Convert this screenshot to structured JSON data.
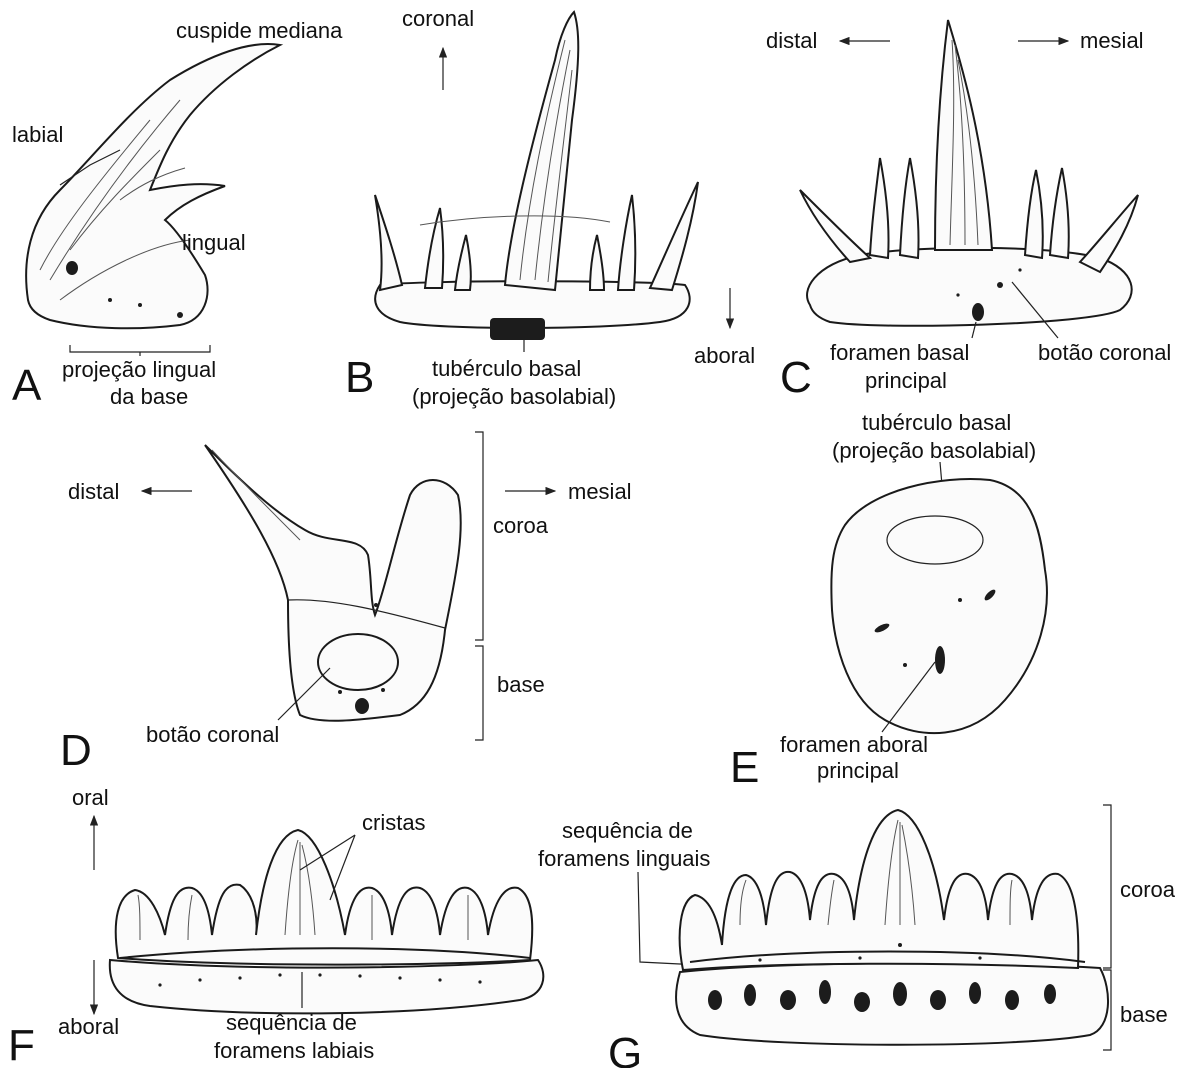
{
  "panels": {
    "A": {
      "letter": "A",
      "cuspide_mediana": "cuspide mediana",
      "labial": "labial",
      "lingual": "lingual",
      "projecao_l1": "projeção lingual",
      "projecao_l2": "da base"
    },
    "B": {
      "letter": "B",
      "coronal": "coronal",
      "tuberculo_l1": "tubérculo basal",
      "tuberculo_l2": "(projeção basolabial)",
      "aboral": "aboral"
    },
    "C": {
      "letter": "C",
      "distal": "distal",
      "mesial": "mesial",
      "foramen_l1": "foramen basal",
      "foramen_l2": "principal",
      "botao": "botão coronal"
    },
    "D": {
      "letter": "D",
      "distal": "distal",
      "mesial": "mesial",
      "coroa": "coroa",
      "base": "base",
      "botao": "botão coronal"
    },
    "E": {
      "letter": "E",
      "tuberculo_l1": "tubérculo basal",
      "tuberculo_l2": "(projeção basolabial)",
      "foramen_l1": "foramen aboral",
      "foramen_l2": "principal"
    },
    "F": {
      "letter": "F",
      "oral": "oral",
      "aboral": "aboral",
      "cristas": "cristas",
      "sequencia_l1": "sequência de",
      "sequencia_l2": "foramens labiais"
    },
    "G": {
      "letter": "G",
      "sequencia_l1": "sequência de",
      "sequencia_l2": "foramens linguais",
      "coroa": "coroa",
      "base": "base"
    }
  }
}
